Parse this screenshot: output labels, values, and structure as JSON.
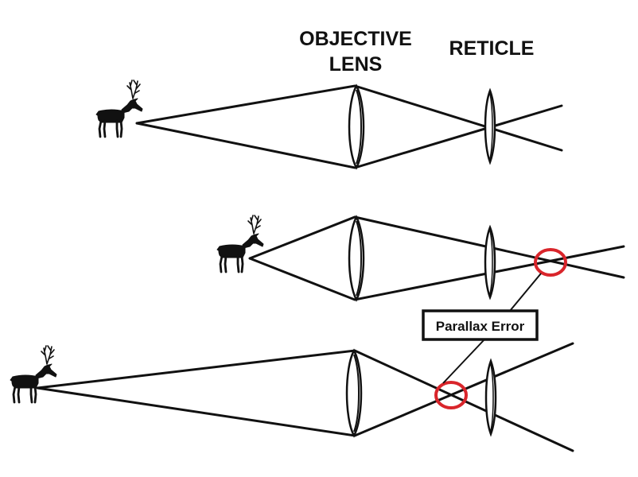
{
  "labels": {
    "objective_line1": "OBJECTIVE",
    "objective_line2": "LENS",
    "reticle": "RETICLE",
    "parallax_error": "Parallax Error"
  },
  "colors": {
    "ink": "#111111",
    "highlight": "#d9252b",
    "background": "#ffffff"
  },
  "icons": [
    "deer-icon"
  ]
}
